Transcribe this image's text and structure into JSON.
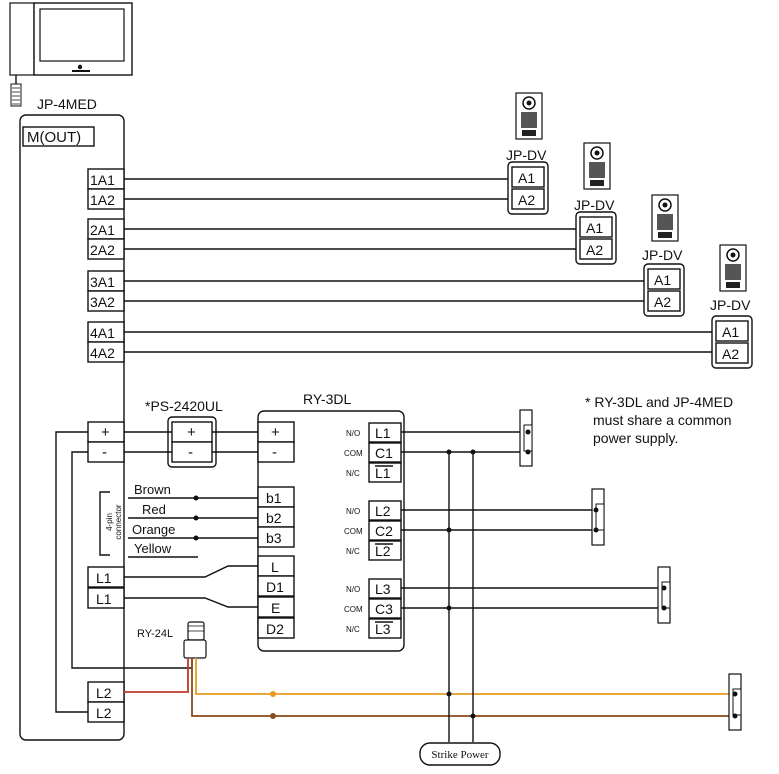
{
  "monitor": {
    "model": "JP-4MED",
    "main_terminal": "M(OUT)",
    "terminals": [
      "1A1",
      "1A2",
      "2A1",
      "2A2",
      "3A1",
      "3A2",
      "4A1",
      "4A2"
    ],
    "power_terminals": [
      "+",
      "-"
    ],
    "lock_terminals": [
      "L1",
      "L1"
    ],
    "lock2_terminals": [
      "L2",
      "L2"
    ]
  },
  "door_stations": [
    {
      "label": "JP-DV",
      "terminals": [
        "A1",
        "A2"
      ]
    },
    {
      "label": "JP-DV",
      "terminals": [
        "A1",
        "A2"
      ]
    },
    {
      "label": "JP-DV",
      "terminals": [
        "A1",
        "A2"
      ]
    },
    {
      "label": "JP-DV",
      "terminals": [
        "A1",
        "A2"
      ]
    }
  ],
  "power_supply": {
    "label": "*PS-2420UL",
    "terminals": [
      "+",
      "-"
    ]
  },
  "relay": {
    "label": "RY-3DL",
    "power_terminals": [
      "+",
      "-"
    ],
    "connector_terminals": [
      "b1",
      "b2",
      "b3"
    ],
    "control_terminals": [
      "L",
      "D1",
      "E",
      "D2"
    ],
    "relay_groups": [
      {
        "labels": [
          "N/O",
          "COM",
          "N/C"
        ],
        "terminals": [
          "L1",
          "C1",
          "L1"
        ]
      },
      {
        "labels": [
          "N/O",
          "COM",
          "N/C"
        ],
        "terminals": [
          "L2",
          "C2",
          "L2"
        ]
      },
      {
        "labels": [
          "N/O",
          "COM",
          "N/C"
        ],
        "terminals": [
          "L3",
          "C3",
          "L3"
        ]
      }
    ]
  },
  "connector": {
    "label_line1": "4-pin",
    "label_line2": "connector",
    "wires": [
      "Brown",
      "Red",
      "Orange",
      "Yellow"
    ]
  },
  "ry24l": {
    "label": "RY-24L"
  },
  "note": {
    "lines": [
      "* RY-3DL and JP-4MED",
      "must share a common",
      "power supply."
    ]
  },
  "strike_power": {
    "label": "Strike Power"
  },
  "colors": {
    "line": "#111111",
    "red_wire": "#c0392b",
    "orange_wire": "#e69a1e",
    "brown_wire": "#8b4a1c"
  }
}
